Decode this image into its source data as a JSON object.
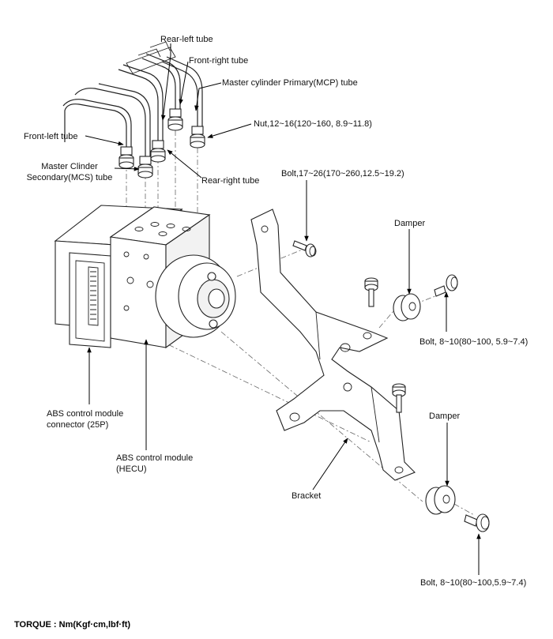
{
  "labels": {
    "rear_left_tube": "Rear-left tube",
    "front_right_tube": "Front-right tube",
    "mcp_tube": "Master cylinder Primary(MCP) tube",
    "nut": "Nut,12~16(120~160, 8.9~11.8)",
    "front_left_tube": "Front-left tube",
    "mcs_tube_line1": "Master Clinder",
    "mcs_tube_line2": "Secondary(MCS) tube",
    "rear_right_tube": "Rear-right tube",
    "bolt_top": "Bolt,17~26(170~260,12.5~19.2)",
    "damper_upper": "Damper",
    "bolt_upper_right": "Bolt, 8~10(80~100, 5.9~7.4)",
    "connector_line1": "ABS control module",
    "connector_line2": "connector (25P)",
    "module_line1": "ABS control module",
    "module_line2": "(HECU)",
    "bracket": "Bracket",
    "damper_lower": "Damper",
    "bolt_lower_right": "Bolt, 8~10(80~100,5.9~7.4)"
  },
  "footer": {
    "torque_unit": "TORQUE : Nm(Kgf·cm,lbf·ft)"
  },
  "colors": {
    "line": "#222222",
    "text": "#111111"
  }
}
